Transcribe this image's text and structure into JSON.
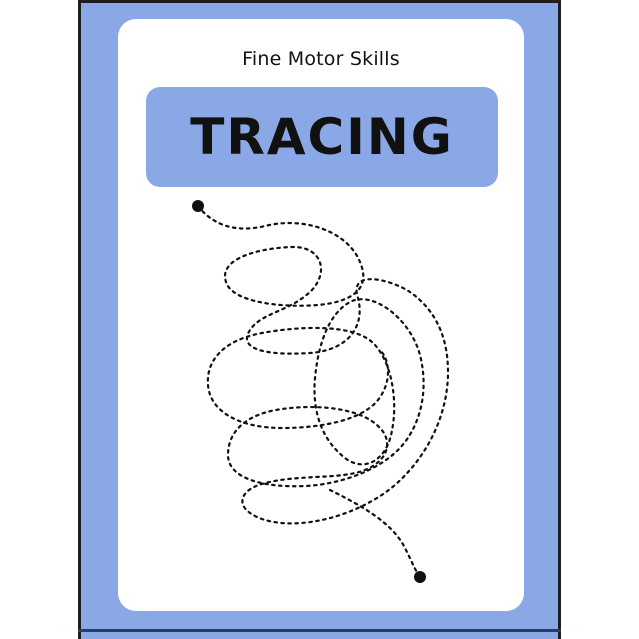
{
  "worksheet": {
    "subtitle": "Fine Motor Skills",
    "title": "TRACING"
  },
  "colors": {
    "frame_blue": "#8aa8e6",
    "banner_blue": "#8aa8e6",
    "card_white": "#ffffff",
    "ink": "#111111"
  },
  "icons": {
    "start_point": "filled-circle",
    "end_point": "filled-circle"
  }
}
